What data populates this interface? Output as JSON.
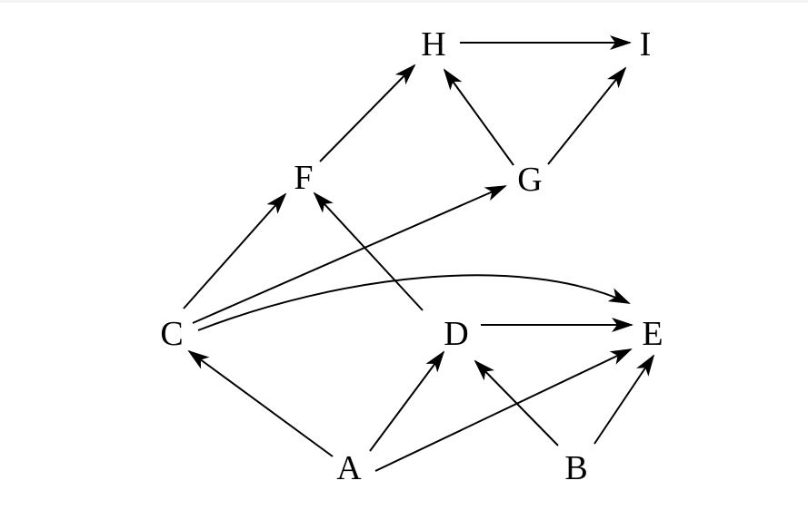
{
  "diagram": {
    "nodes": [
      {
        "id": "H",
        "label": "H"
      },
      {
        "id": "I",
        "label": "I"
      },
      {
        "id": "F",
        "label": "F"
      },
      {
        "id": "G",
        "label": "G"
      },
      {
        "id": "C",
        "label": "C"
      },
      {
        "id": "D",
        "label": "D"
      },
      {
        "id": "E",
        "label": "E"
      },
      {
        "id": "A",
        "label": "A"
      },
      {
        "id": "B",
        "label": "B"
      }
    ],
    "edges": [
      {
        "from": "H",
        "to": "I"
      },
      {
        "from": "F",
        "to": "H"
      },
      {
        "from": "G",
        "to": "H"
      },
      {
        "from": "G",
        "to": "I"
      },
      {
        "from": "C",
        "to": "F"
      },
      {
        "from": "C",
        "to": "G"
      },
      {
        "from": "C",
        "to": "E"
      },
      {
        "from": "D",
        "to": "F"
      },
      {
        "from": "D",
        "to": "E"
      },
      {
        "from": "A",
        "to": "C"
      },
      {
        "from": "A",
        "to": "D"
      },
      {
        "from": "A",
        "to": "E"
      },
      {
        "from": "B",
        "to": "D"
      },
      {
        "from": "B",
        "to": "E"
      }
    ]
  }
}
